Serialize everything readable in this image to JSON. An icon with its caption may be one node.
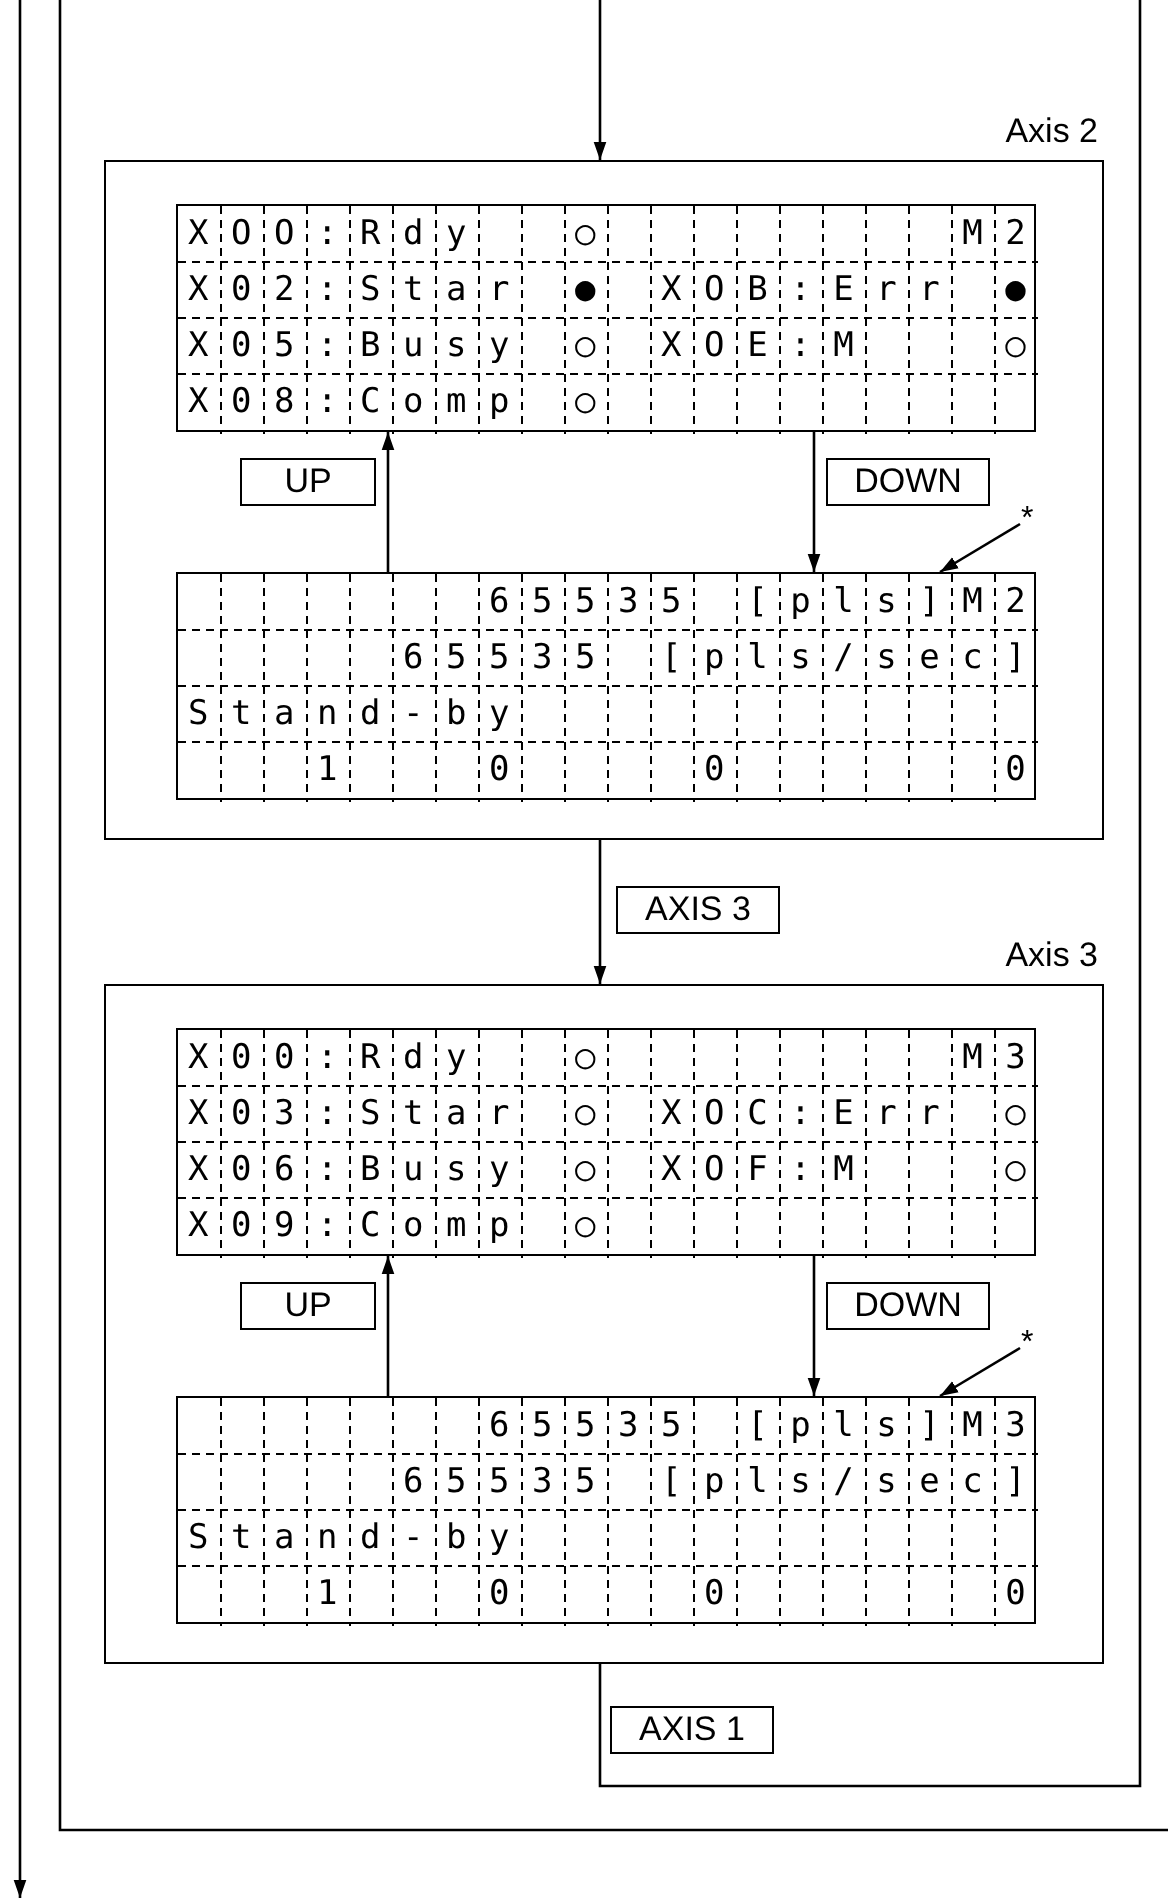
{
  "diagram": {
    "nodes": [
      {
        "text": [
          "Axis 2"
        ]
      },
      {
        "text": [
          "XOO:Rdy  ○        M2",
          "X02:Star ● XOB:Err ●",
          "X05:Busy ○ XOE:M   ○",
          "X08:Comp ○          "
        ],
        "in": 0
      },
      {
        "text": [
          "       65535 [pls]M2",
          "     65535 [pls/sec]",
          "Stand-by            ",
          "   1   0    0      0"
        ],
        "in": 0
      },
      {
        "text": [
          "*"
        ],
        "in": 0
      },
      {
        "text": [
          "Axis 3"
        ]
      },
      {
        "text": [
          "X00:Rdy  ○        M3",
          "X03:Star ○ XOC:Err ○",
          "X06:Busy ○ XOF:M   ○",
          "X09:Comp ○          "
        ],
        "in": 4
      },
      {
        "text": [
          "       65535 [pls]M3",
          "     65535 [pls/sec]",
          "Stand-by            ",
          "   1   0    0      0"
        ],
        "in": 4
      },
      {
        "text": [
          "*"
        ],
        "in": 4
      }
    ],
    "edges": [
      {
        "from": null,
        "to": 0,
        "arrow": "to"
      },
      {
        "from": 2,
        "to": 1,
        "arrow": "to",
        "label": "UP"
      },
      {
        "from": 1,
        "to": 2,
        "arrow": "to",
        "label": "DOWN"
      },
      {
        "from": 3,
        "to": 2,
        "arrow": "to"
      },
      {
        "from": 0,
        "to": 4,
        "arrow": "to",
        "label": "AXIS 3"
      },
      {
        "from": 6,
        "to": 5,
        "arrow": "to",
        "label": "UP"
      },
      {
        "from": 5,
        "to": 6,
        "arrow": "to",
        "label": "DOWN"
      },
      {
        "from": 7,
        "to": 6,
        "arrow": "to"
      },
      {
        "from": 4,
        "to": null,
        "arrow": "none",
        "label": "AXIS 1"
      }
    ]
  }
}
